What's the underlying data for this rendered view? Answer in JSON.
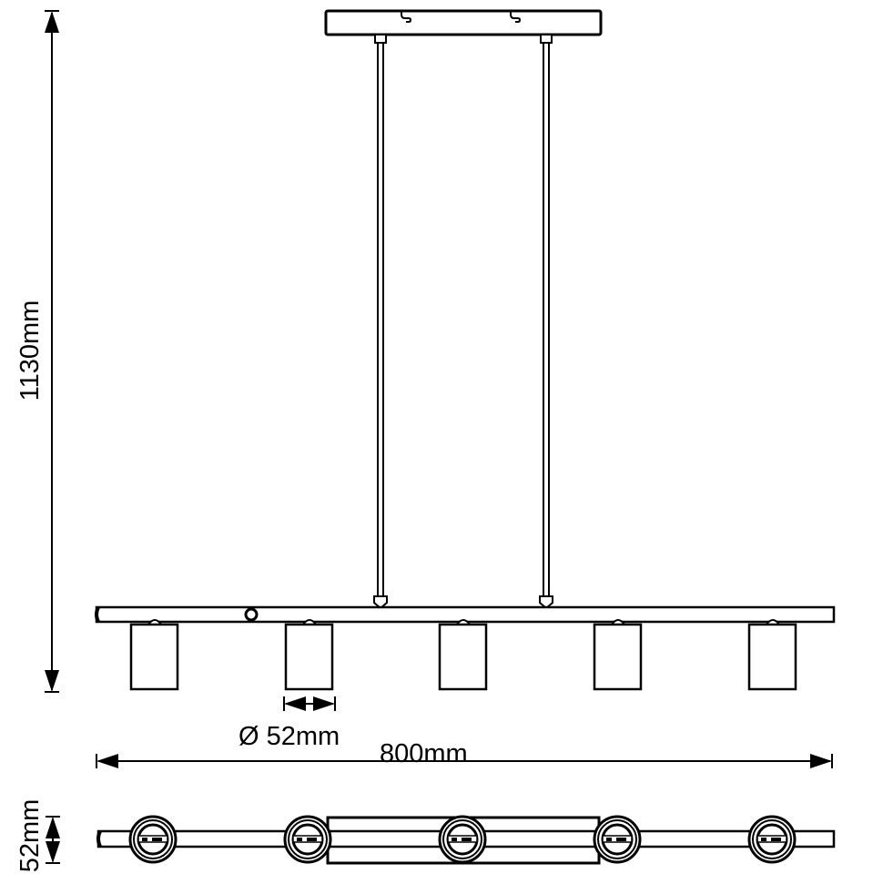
{
  "dimensions": {
    "height_label": "1130mm",
    "width_label": "800mm",
    "shade_diameter_label": "Ø 52mm",
    "depth_label": "52mm"
  },
  "colors": {
    "line": "#000000",
    "background": "#ffffff"
  },
  "fixture": {
    "shade_count": 5,
    "rod_count": 2
  }
}
